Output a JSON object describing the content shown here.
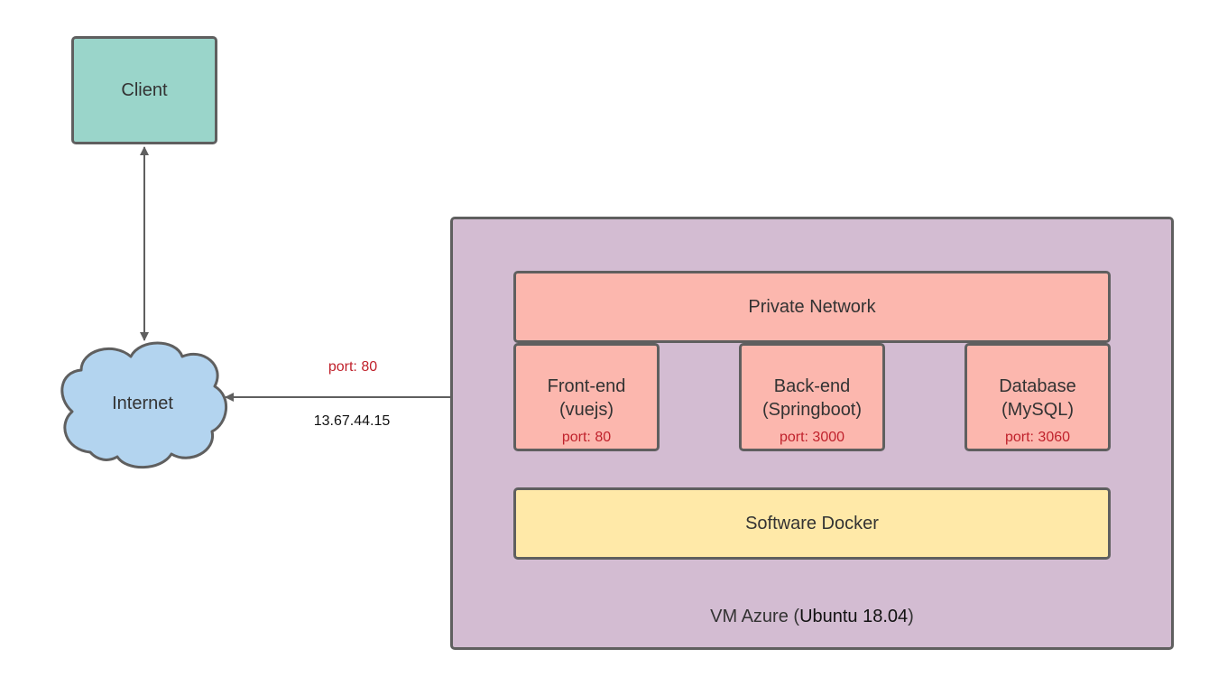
{
  "nodes": {
    "client": {
      "label": "Client"
    },
    "internet": {
      "label": "Internet"
    },
    "vm": {
      "label_prefix": "VM Azure (",
      "os": "Ubuntu 18.04",
      "label_suffix": ")"
    },
    "private_network": {
      "label": "Private Network"
    },
    "frontend": {
      "title": "Front-end",
      "tech": "(vuejs)",
      "port": "port: 80"
    },
    "backend": {
      "title": "Back-end",
      "tech": "(Springboot)",
      "port": "port: 3000"
    },
    "database": {
      "title": "Database",
      "tech": "(MySQL)",
      "port": "port: 3060"
    },
    "docker": {
      "label": "Software Docker"
    }
  },
  "edges": {
    "internet_frontend": {
      "port": "port: 80",
      "ip": "13.67.44.15"
    }
  },
  "colors": {
    "client_fill": "#9ad5ca",
    "cloud_fill": "#b3d4ef",
    "vm_fill": "#d3bcd2",
    "service_fill": "#fcb7ae",
    "docker_fill": "#ffe9a8",
    "stroke": "#5f5f5f",
    "port_text": "#c0222c"
  }
}
